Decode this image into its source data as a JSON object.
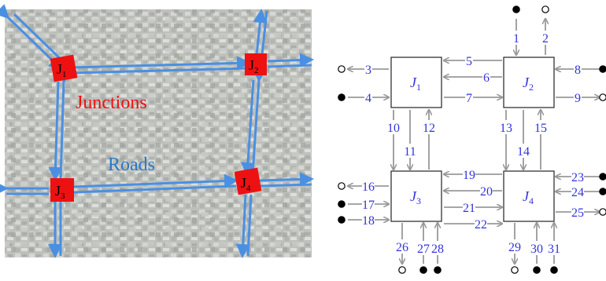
{
  "map": {
    "junction_labels": [
      {
        "letter": "J",
        "sub": "1"
      },
      {
        "letter": "J",
        "sub": "2"
      },
      {
        "letter": "J",
        "sub": "3"
      },
      {
        "letter": "J",
        "sub": "4"
      }
    ],
    "junctions_caption": "Junctions",
    "roads_caption": "Roads",
    "colors": {
      "junction": "#ee1111",
      "road": "#4a90e2",
      "caption_red": "#ee1111",
      "caption_blue": "#2a78c8"
    }
  },
  "network": {
    "junctions": [
      {
        "letter": "J",
        "sub": "1"
      },
      {
        "letter": "J",
        "sub": "2"
      },
      {
        "letter": "J",
        "sub": "3"
      },
      {
        "letter": "J",
        "sub": "4"
      }
    ],
    "road_numbers": [
      "1",
      "2",
      "3",
      "4",
      "5",
      "6",
      "7",
      "8",
      "9",
      "10",
      "11",
      "12",
      "13",
      "14",
      "15",
      "16",
      "17",
      "18",
      "19",
      "20",
      "21",
      "22",
      "23",
      "24",
      "25",
      "26",
      "27",
      "28",
      "29",
      "30",
      "31"
    ],
    "colors": {
      "label": "#3333dd",
      "arrow": "#999999",
      "box": "#222222"
    }
  }
}
